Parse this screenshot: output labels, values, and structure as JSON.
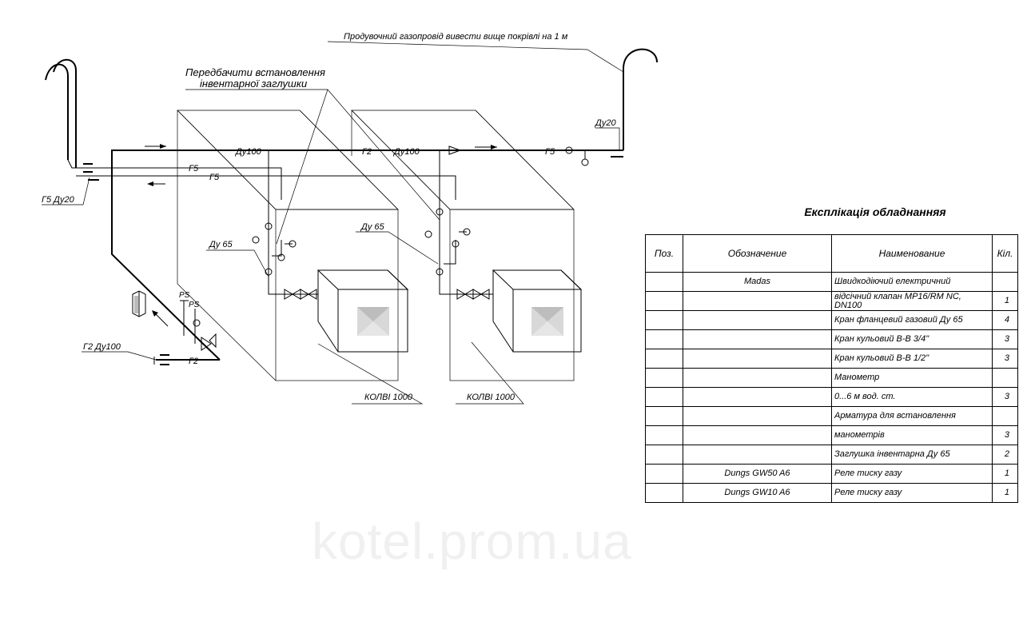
{
  "labels": {
    "purge_note": "Продувочний газопровід вивести вище покрівлі на 1 м",
    "plug_note_line1": "Передбачити встановлення",
    "plug_note_line2": "інвентарної заглушки",
    "du100_left": "Ду100",
    "du100_right": "Ду100",
    "g2_mid": "Г2",
    "g5_right": "Г5",
    "g5_upper": "Г5",
    "g5_lower": "Г5",
    "du20": "Ду20",
    "g5_du20": "Г5 Ду20",
    "du65_left": "Ду 65",
    "du65_right": "Ду 65",
    "g2_du100": "Г2 Ду100",
    "g2_inlet": "Г2",
    "ps_upper": "PS",
    "ps_lower": "PS",
    "boiler_left": "КОЛВІ 1000",
    "boiler_right": "КОЛВІ 1000"
  },
  "table": {
    "title": "Експлікація обладнанняя",
    "headers": [
      "Поз.",
      "Обозначение",
      "Наименование",
      "Кіл."
    ],
    "rows": [
      {
        "pos": "",
        "designation": "Madas",
        "name": "Швидкодіючий електричний",
        "qty": ""
      },
      {
        "pos": "",
        "designation": "",
        "name": "відсічний клапан MP16/RM  NC, DN100",
        "qty": "1"
      },
      {
        "pos": "",
        "designation": "",
        "name": "Кран фланцевий газовий Ду 65",
        "qty": "4"
      },
      {
        "pos": "",
        "designation": "",
        "name": "Кран кульовий В-В 3/4\"",
        "qty": "3"
      },
      {
        "pos": "",
        "designation": "",
        "name": "Кран кульовий В-В 1/2\"",
        "qty": "3"
      },
      {
        "pos": "",
        "designation": "",
        "name": "Манометр",
        "qty": ""
      },
      {
        "pos": "",
        "designation": "",
        "name": "0...6 м вод. ст.",
        "qty": "3"
      },
      {
        "pos": "",
        "designation": "",
        "name": "Арматура для встановлення",
        "qty": ""
      },
      {
        "pos": "",
        "designation": "",
        "name": "манометрів",
        "qty": "3"
      },
      {
        "pos": "",
        "designation": "",
        "name": "Заглушка інвентарна Ду 65",
        "qty": "2"
      },
      {
        "pos": "",
        "designation": "Dungs GW50 A6",
        "name": "Реле тиску газу",
        "qty": "1"
      },
      {
        "pos": "",
        "designation": "Dungs GW10 A6",
        "name": "Реле тиску газу",
        "qty": "1"
      }
    ]
  },
  "watermark": "kotel.prom.ua"
}
